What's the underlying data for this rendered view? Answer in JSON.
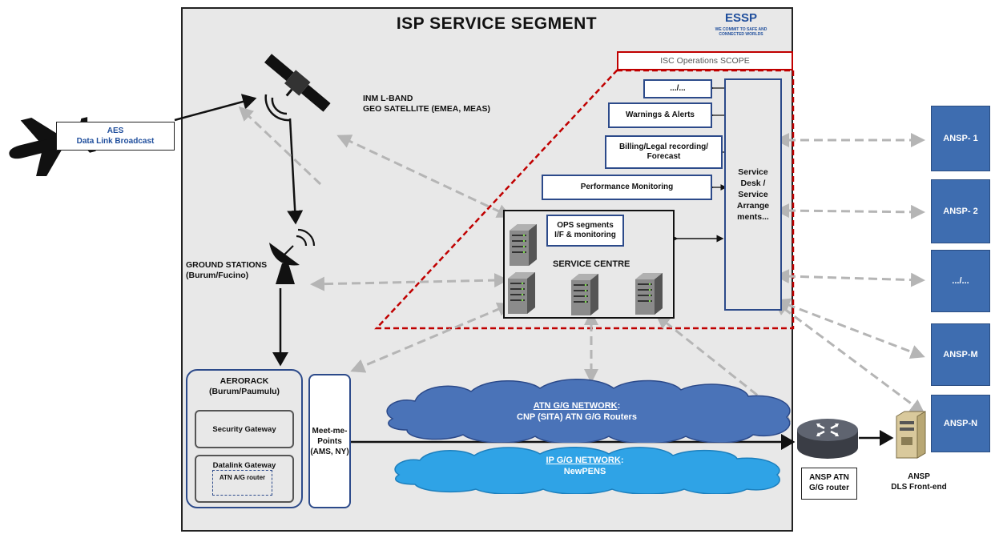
{
  "title": "ISP SERVICE  SEGMENT",
  "logo": {
    "name": "ESSP",
    "tagline": "WE COMMIT TO SAFE AND CONNECTED WORLDS"
  },
  "aes": {
    "line1": "AES",
    "line2": "Data Link Broadcast"
  },
  "satellite": {
    "line1": "INM  L-BAND",
    "line2": "GEO SATELLITE (EMEA, MEAS)"
  },
  "ground": {
    "line1": "GROUND STATIONS",
    "line2": "(Burum/Fucino)"
  },
  "scope": "ISC Operations SCOPE",
  "ops_boxes": {
    "etc": ".../...",
    "warnings": "Warnings & Alerts",
    "billing": "Billing/Legal recording/ Forecast",
    "performance": "Performance Monitoring"
  },
  "service_desk": [
    "Service",
    "Desk /",
    "Service",
    "Arrange",
    "ments..."
  ],
  "service_centre": {
    "title": "SERVICE CENTRE",
    "ops_if": "OPS segments  I/F & monitoring"
  },
  "aerorack": {
    "title": "AERORACK",
    "sub": "(Burum/Paumulu)",
    "security": "Security Gateway",
    "datalink": "Datalink Gateway",
    "atn_router": "ATN A/G router"
  },
  "meet": {
    "line1": "Meet-me-",
    "line2": "Points",
    "line3": "(AMS, NY)"
  },
  "atn_network": {
    "title": "ATN G/G NETWORK",
    "colon": ":",
    "sub": "CNP (SITA) ATN G/G Routers"
  },
  "ip_network": {
    "title": "IP G/G NETWORK",
    "colon": ":",
    "sub": "NewPENS"
  },
  "ansp_list": [
    "ANSP- 1",
    "ANSP- 2",
    ".../...",
    "ANSP-M",
    "ANSP-N"
  ],
  "router_label": {
    "line1": "ANSP ATN",
    "line2": "G/G router"
  },
  "dls_label": {
    "line1": "ANSP",
    "line2": "DLS Front-end"
  },
  "colors": {
    "ansp_blue": "#3e6db0",
    "scope_red": "#c00000",
    "cloud_blue": "#4a73b8",
    "ip_cloud": "#2fa3e6",
    "box_border": "#2c4a8a"
  }
}
